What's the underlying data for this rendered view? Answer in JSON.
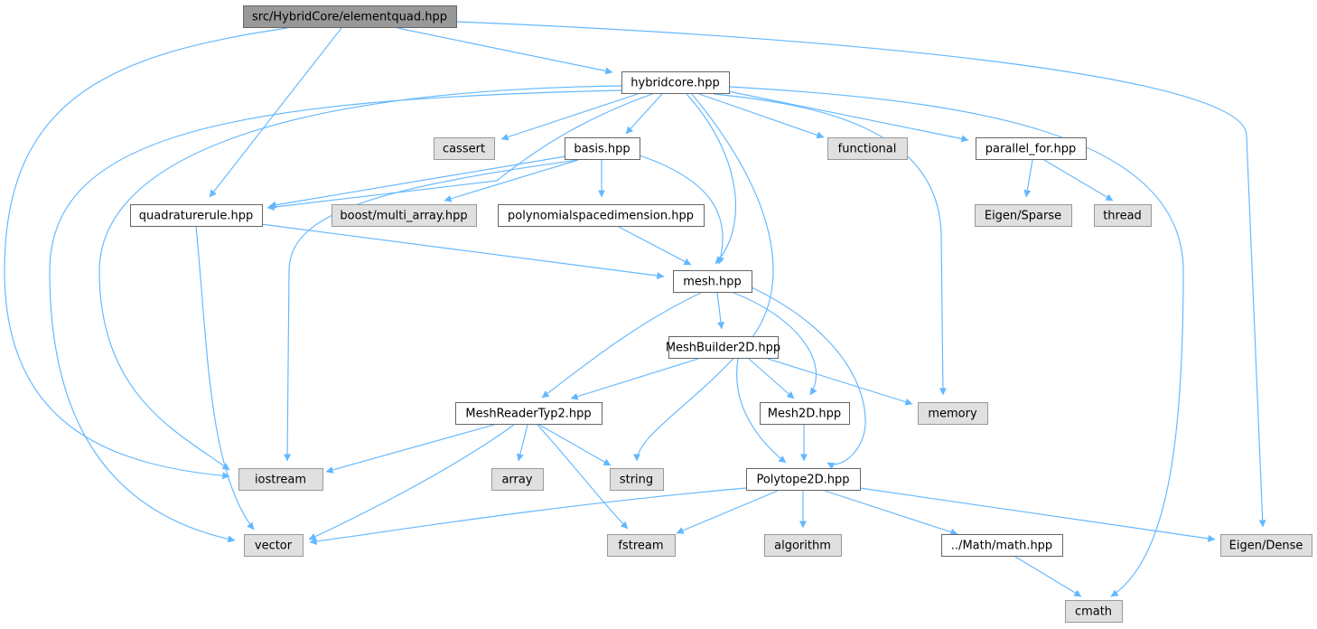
{
  "colors": {
    "edge": "#63b8ff",
    "root_fill": "#999999",
    "local_fill": "#ffffff",
    "external_fill": "#e0e0e0",
    "root_border": "#666666",
    "local_border": "#666666",
    "external_border": "#999999"
  },
  "nodes": [
    {
      "id": "root",
      "label": "src/HybridCore/elementquad.hpp",
      "kind": "root"
    },
    {
      "id": "hybridcore",
      "label": "hybridcore.hpp",
      "kind": "local"
    },
    {
      "id": "iostream",
      "label": "iostream",
      "kind": "external"
    },
    {
      "id": "quadraturerule",
      "label": "quadraturerule.hpp",
      "kind": "local"
    },
    {
      "id": "eigendense",
      "label": "Eigen/Dense",
      "kind": "external"
    },
    {
      "id": "cassert",
      "label": "cassert",
      "kind": "external"
    },
    {
      "id": "basis",
      "label": "basis.hpp",
      "kind": "local"
    },
    {
      "id": "functional",
      "label": "functional",
      "kind": "external"
    },
    {
      "id": "parallelfor",
      "label": "parallel_for.hpp",
      "kind": "local"
    },
    {
      "id": "boostmulti",
      "label": "boost/multi_array.hpp",
      "kind": "external"
    },
    {
      "id": "polyspace",
      "label": "polynomialspacedimension.hpp",
      "kind": "local"
    },
    {
      "id": "eigensparse",
      "label": "Eigen/Sparse",
      "kind": "external"
    },
    {
      "id": "thread",
      "label": "thread",
      "kind": "external"
    },
    {
      "id": "mesh",
      "label": "mesh.hpp",
      "kind": "local"
    },
    {
      "id": "meshbuilder",
      "label": "MeshBuilder2D.hpp",
      "kind": "local"
    },
    {
      "id": "meshreader",
      "label": "MeshReaderTyp2.hpp",
      "kind": "local"
    },
    {
      "id": "mesh2d",
      "label": "Mesh2D.hpp",
      "kind": "local"
    },
    {
      "id": "memory",
      "label": "memory",
      "kind": "external"
    },
    {
      "id": "array",
      "label": "array",
      "kind": "external"
    },
    {
      "id": "string",
      "label": "string",
      "kind": "external"
    },
    {
      "id": "polytope",
      "label": "Polytope2D.hpp",
      "kind": "local"
    },
    {
      "id": "vector",
      "label": "vector",
      "kind": "external"
    },
    {
      "id": "fstream",
      "label": "fstream",
      "kind": "external"
    },
    {
      "id": "algorithm",
      "label": "algorithm",
      "kind": "external"
    },
    {
      "id": "mathhpp",
      "label": "../Math/math.hpp",
      "kind": "local"
    },
    {
      "id": "cmath",
      "label": "cmath",
      "kind": "external"
    }
  ],
  "edges": [
    {
      "from": "root",
      "to": "hybridcore"
    },
    {
      "from": "root",
      "to": "iostream"
    },
    {
      "from": "root",
      "to": "quadraturerule"
    },
    {
      "from": "root",
      "to": "eigendense"
    },
    {
      "from": "hybridcore",
      "to": "cassert"
    },
    {
      "from": "hybridcore",
      "to": "basis"
    },
    {
      "from": "hybridcore",
      "to": "functional"
    },
    {
      "from": "hybridcore",
      "to": "parallelfor"
    },
    {
      "from": "hybridcore",
      "to": "quadraturerule"
    },
    {
      "from": "hybridcore",
      "to": "mesh"
    },
    {
      "from": "hybridcore",
      "to": "string"
    },
    {
      "from": "hybridcore",
      "to": "memory"
    },
    {
      "from": "hybridcore",
      "to": "cmath"
    },
    {
      "from": "hybridcore",
      "to": "iostream"
    },
    {
      "from": "hybridcore",
      "to": "vector"
    },
    {
      "from": "basis",
      "to": "quadraturerule"
    },
    {
      "from": "basis",
      "to": "boostmulti"
    },
    {
      "from": "basis",
      "to": "polyspace"
    },
    {
      "from": "basis",
      "to": "mesh"
    },
    {
      "from": "basis",
      "to": "iostream"
    },
    {
      "from": "parallelfor",
      "to": "eigensparse"
    },
    {
      "from": "parallelfor",
      "to": "thread"
    },
    {
      "from": "quadraturerule",
      "to": "mesh"
    },
    {
      "from": "quadraturerule",
      "to": "vector"
    },
    {
      "from": "polyspace",
      "to": "mesh"
    },
    {
      "from": "mesh",
      "to": "meshbuilder"
    },
    {
      "from": "mesh",
      "to": "meshreader"
    },
    {
      "from": "mesh",
      "to": "mesh2d"
    },
    {
      "from": "mesh",
      "to": "polytope"
    },
    {
      "from": "meshbuilder",
      "to": "meshreader"
    },
    {
      "from": "meshbuilder",
      "to": "mesh2d"
    },
    {
      "from": "meshbuilder",
      "to": "memory"
    },
    {
      "from": "meshbuilder",
      "to": "polytope"
    },
    {
      "from": "mesh2d",
      "to": "polytope"
    },
    {
      "from": "meshreader",
      "to": "iostream"
    },
    {
      "from": "meshreader",
      "to": "array"
    },
    {
      "from": "meshreader",
      "to": "string"
    },
    {
      "from": "meshreader",
      "to": "vector"
    },
    {
      "from": "meshreader",
      "to": "fstream"
    },
    {
      "from": "polytope",
      "to": "vector"
    },
    {
      "from": "polytope",
      "to": "fstream"
    },
    {
      "from": "polytope",
      "to": "algorithm"
    },
    {
      "from": "polytope",
      "to": "mathhpp"
    },
    {
      "from": "polytope",
      "to": "eigendense"
    },
    {
      "from": "mathhpp",
      "to": "cmath"
    }
  ]
}
